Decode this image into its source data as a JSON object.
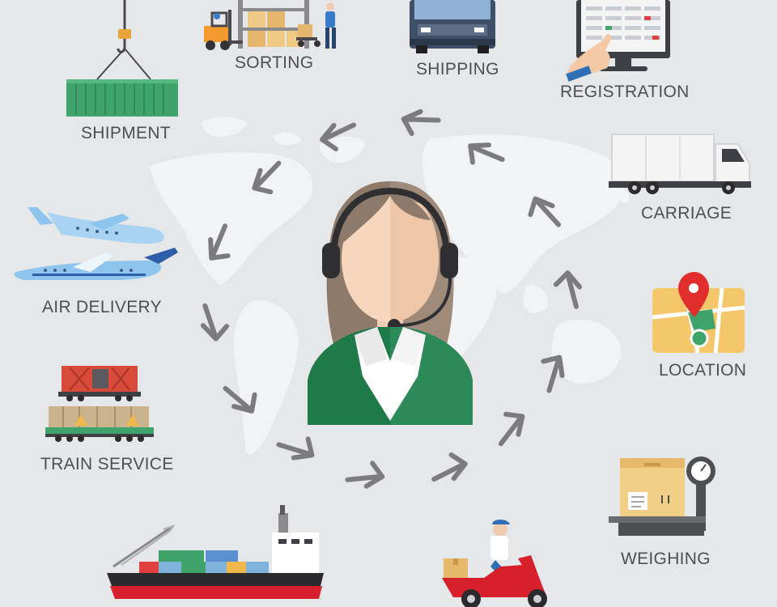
{
  "labels": {
    "sorting": "SORTING",
    "shipping": "SHIPPING",
    "registration": "REGISTRATION",
    "shipment": "SHIPMENT",
    "carriage": "CARRIAGE",
    "air_delivery": "AIR DELIVERY",
    "location": "LOCATION",
    "train_service": "TRAIN SERVICE",
    "weighing": "WEIGHING"
  },
  "colors": {
    "background": "#e6e7e9",
    "map": "#f2f3f4",
    "arrow": "#7c7c7e",
    "label_text": "#4e4f52",
    "operator_jacket": "#1f7a4a",
    "container_green": "#3fa46a",
    "plane_blue": "#8ec5ee",
    "pin_red": "#e22d2d",
    "scooter_red": "#d8202c"
  },
  "icons": [
    "operator-headset-icon",
    "container-crane-icon",
    "forklift-warehouse-icon",
    "truck-front-icon",
    "touchscreen-registration-icon",
    "box-truck-icon",
    "airplane-icon",
    "map-pin-icon",
    "freight-train-icon",
    "weighing-scale-icon",
    "cargo-ship-icon",
    "delivery-scooter-icon"
  ]
}
